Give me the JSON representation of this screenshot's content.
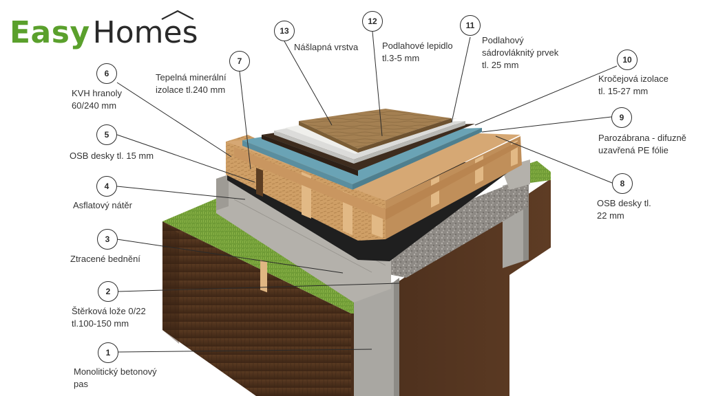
{
  "logo": {
    "part1": "Easy",
    "part2": "Homes"
  },
  "layers": [
    {
      "num": "1",
      "line1": "Monolitický betonový",
      "line2": "pas"
    },
    {
      "num": "2",
      "line1": "Štěrková lože 0/22",
      "line2": "tl.100-150 mm"
    },
    {
      "num": "3",
      "line1": "Ztracené bednění",
      "line2": ""
    },
    {
      "num": "4",
      "line1": "Asflatový nátěr",
      "line2": ""
    },
    {
      "num": "5",
      "line1": "OSB desky tl. 15 mm",
      "line2": ""
    },
    {
      "num": "6",
      "line1": "KVH hranoly",
      "line2": "60/240 mm"
    },
    {
      "num": "7",
      "line1": "Tepelná minerální",
      "line2": "izolace tl.240 mm"
    },
    {
      "num": "8",
      "line1": "OSB desky tl.",
      "line2": "22 mm"
    },
    {
      "num": "9",
      "line1": "Parozábrana - difuzně",
      "line2": "uzavřená PE fólie"
    },
    {
      "num": "10",
      "line1": "Kročejová izolace",
      "line2": "tl. 15-27 mm"
    },
    {
      "num": "11",
      "line1": "Podlahový",
      "line2": "sádrovláknitý prvek",
      "line3": "tl. 25 mm"
    },
    {
      "num": "12",
      "line1": "Podlahové lepidlo",
      "line2": "tl.3-5 mm"
    },
    {
      "num": "13",
      "line1": "Nášlapná vrstva",
      "line2": ""
    }
  ],
  "colors": {
    "brand_green": "#5aa02c",
    "grass": "#6e9a35",
    "soil": "#4a2e1c",
    "concrete": "#a9a7a2",
    "gravel": "#8a8783",
    "osb": "#c89a63",
    "vapor_barrier": "#6aa3b5",
    "wood_floor": "#a07d4e"
  },
  "icons": {
    "logo_roof": "house-roof-icon"
  }
}
